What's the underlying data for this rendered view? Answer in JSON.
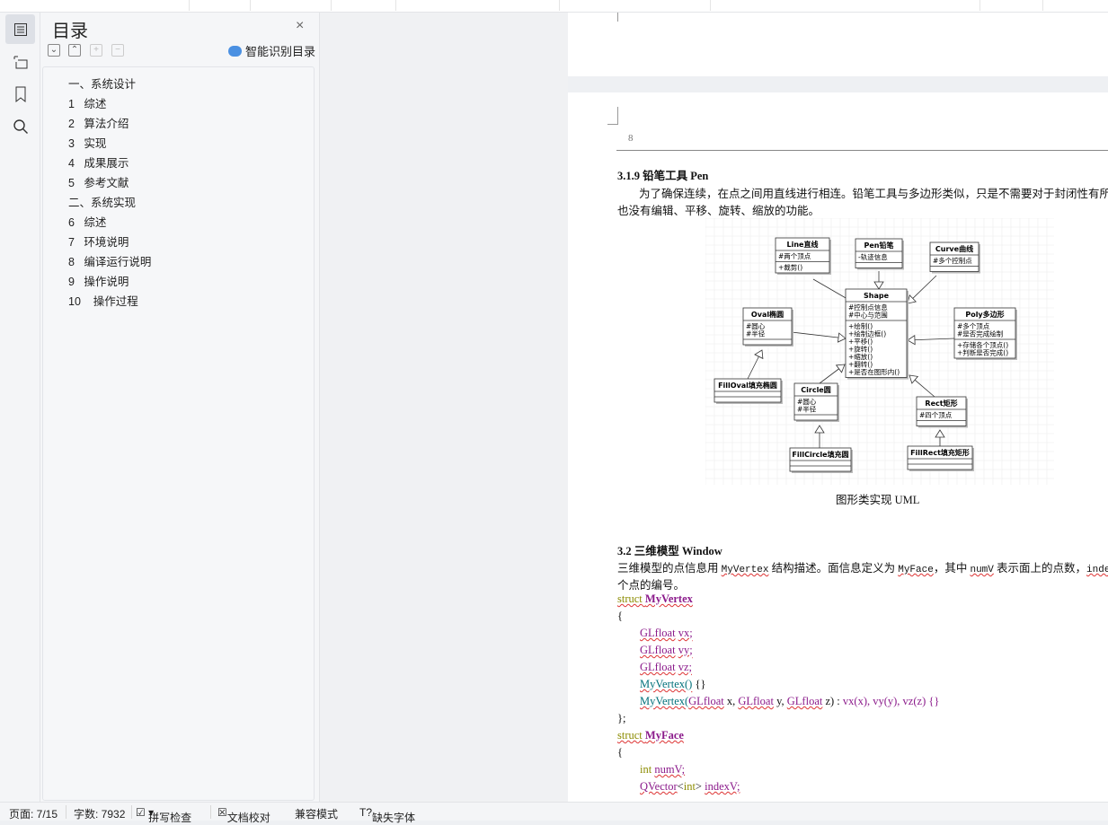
{
  "sidebar": {
    "title": "目录",
    "close": "×",
    "smart_label": "智能识别目录",
    "toc": [
      "一、系统设计",
      "1   综述",
      "2   算法介绍",
      "3   实现",
      "4   成果展示",
      "5   参考文献",
      "二、系统实现",
      "6   综述",
      "7   环境说明",
      "8   编译运行说明",
      "9   操作说明",
      "10    操作过程"
    ]
  },
  "page": {
    "number": "8",
    "h1": "3.1.9  铅笔工具  Pen",
    "p1a": "为了确保连续，在点之间用直线进行相连。铅笔工具与多边形类似，只是不需要对于封闭性有所",
    "p1b": "也没有编辑、平移、旋转、缩放的功能。",
    "caption": "图形类实现 UML",
    "h2": "3.2  三维模型  Window",
    "p2": {
      "t1": "三维模型的点信息用 ",
      "c1": "MyVertex",
      "t2": " 结构描述。面信息定义为 ",
      "c2": "MyFace",
      "t3": "，其中 ",
      "c3": "numV",
      "t4": " 表示面上的点数，",
      "c4": "indexV"
    },
    "p2b": "个点的编号。",
    "code": {
      "struct": "struct",
      "MyVertex": "MyVertex",
      "open": "{",
      "GLfloat": "GLfloat",
      "vx": "vx;",
      "vy": "vy;",
      "vz": "vz;",
      "ctor0": "MyVertex()",
      "braces": " {}",
      "ctor1": "MyVertex(",
      "x": " x, ",
      "y": " y, ",
      "z": " z) : ",
      "init": "vx(x), vy(y), vz(z) {}",
      "close": "};",
      "MyFace": "MyFace",
      "int": "int",
      "numV": "numV;",
      "QVector": "QVector",
      "lt": "<",
      "gt": "> ",
      "indexV": "indexV;"
    }
  },
  "uml": {
    "classes": [
      {
        "name": "Line直线",
        "attrs": [
          "#两个顶点"
        ],
        "methods": [
          "+裁剪()"
        ]
      },
      {
        "name": "Pen铅笔",
        "attrs": [
          "-轨迹信息"
        ],
        "methods": []
      },
      {
        "name": "Curve曲线",
        "attrs": [
          "#多个控制点"
        ],
        "methods": []
      },
      {
        "name": "Shape",
        "attrs": [
          "#控制点信息",
          "#中心与范围"
        ],
        "methods": [
          "+绘制()",
          "+绘制边框()",
          "+平移()",
          "+旋转()",
          "+缩放()",
          "+翻转()",
          "+是否在图形内()"
        ]
      },
      {
        "name": "Oval椭圆",
        "attrs": [
          "#圆心",
          "#半径"
        ],
        "methods": []
      },
      {
        "name": "Poly多边形",
        "attrs": [
          "#多个顶点",
          "#是否完成绘制"
        ],
        "methods": [
          "+存储各个顶点()",
          "+判断是否完成()"
        ]
      },
      {
        "name": "FillOval填充椭圆",
        "attrs": [],
        "methods": []
      },
      {
        "name": "Circle圆",
        "attrs": [
          "#圆心",
          "#半径"
        ],
        "methods": []
      },
      {
        "name": "Rect矩形",
        "attrs": [
          "#四个顶点"
        ],
        "methods": []
      },
      {
        "name": "FillCircle填充圆",
        "attrs": [],
        "methods": []
      },
      {
        "name": "FillRect填充矩形",
        "attrs": [],
        "methods": []
      }
    ]
  },
  "status": {
    "page": "页面: 7/15",
    "words": "字数: 7932",
    "spell": "拼写检查",
    "proof": "文档校对",
    "compat": "兼容模式",
    "missing_font": "缺失字体"
  }
}
